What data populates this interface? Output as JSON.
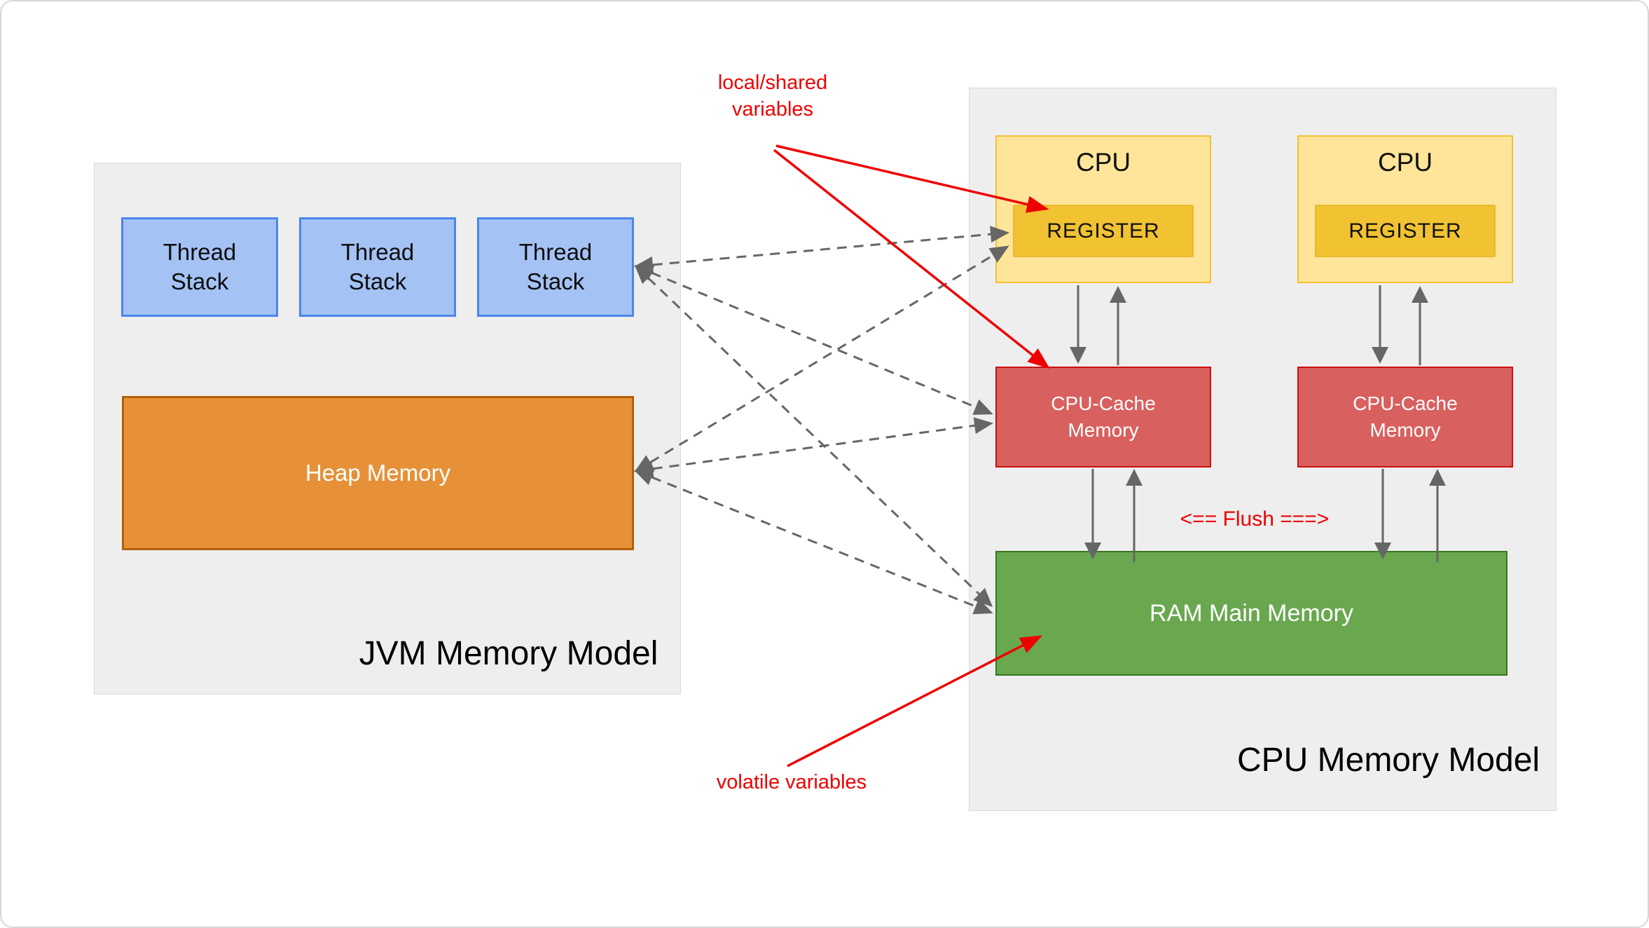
{
  "diagram": {
    "jvm": {
      "title": "JVM Memory Model",
      "thread_stacks": [
        "Thread Stack",
        "Thread Stack",
        "Thread Stack"
      ],
      "heap_label": "Heap Memory"
    },
    "cpu": {
      "title": "CPU Memory Model",
      "cpu_units": [
        {
          "label": "CPU",
          "register_label": "REGISTER",
          "cache_label": "CPU-Cache Memory"
        },
        {
          "label": "CPU",
          "register_label": "REGISTER",
          "cache_label": "CPU-Cache Memory"
        }
      ],
      "ram_label": "RAM Main Memory"
    },
    "annotations": {
      "local_shared": "local/shared variables",
      "volatile": "volatile variables",
      "flush": "<== Flush ===>"
    },
    "colors": {
      "thread_stack_fill": "#a4c2f4",
      "thread_stack_border": "#4a86e8",
      "heap_fill": "#e69138",
      "heap_border": "#b45f06",
      "cpu_fill": "#ffe599",
      "cpu_border": "#f1c232",
      "register_fill": "#f1c232",
      "cache_fill": "#d8605e",
      "cache_border": "#cc0f0f",
      "ram_fill": "#6aa84f",
      "ram_border": "#38761d",
      "panel_fill": "#eeeeee",
      "annotation_red": "#ee0000",
      "arrow_gray": "#666666"
    }
  }
}
